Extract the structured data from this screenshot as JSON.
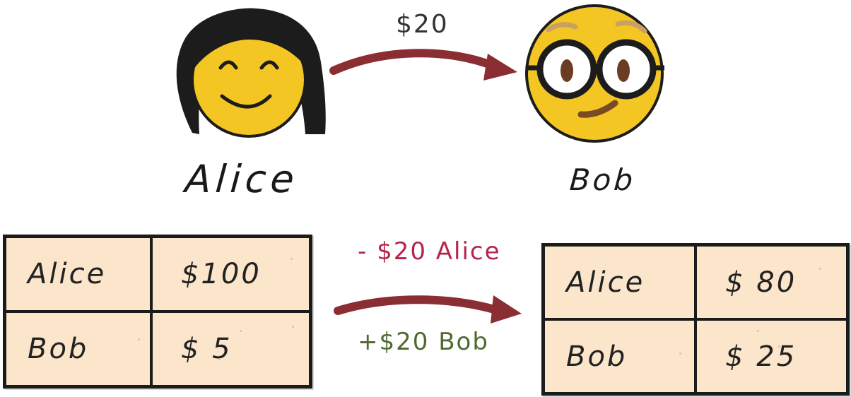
{
  "people": {
    "alice": {
      "name": "Alice"
    },
    "bob": {
      "name": "Bob"
    }
  },
  "transfer": {
    "amount_label": "$20"
  },
  "ledger_before": {
    "rows": [
      {
        "name": "Alice",
        "balance": "$100"
      },
      {
        "name": "Bob",
        "balance": "$ 5"
      }
    ]
  },
  "update": {
    "debit_label": "- $20 Alice",
    "credit_label": "+$20 Bob"
  },
  "ledger_after": {
    "rows": [
      {
        "name": "Alice",
        "balance": "$ 80"
      },
      {
        "name": "Bob",
        "balance": "$ 25"
      }
    ]
  },
  "colors": {
    "arrow": "#8b2e34",
    "face": "#f3c623",
    "hair": "#1c1c1c",
    "ledger_fill": "#fbe6cb",
    "debit": "#b3264a",
    "credit": "#4f6a2f"
  },
  "icons": {
    "alice": "smiling-girl-emoji-icon",
    "bob": "nerd-glasses-emoji-icon",
    "arrows": "curved-arrow-icon"
  }
}
